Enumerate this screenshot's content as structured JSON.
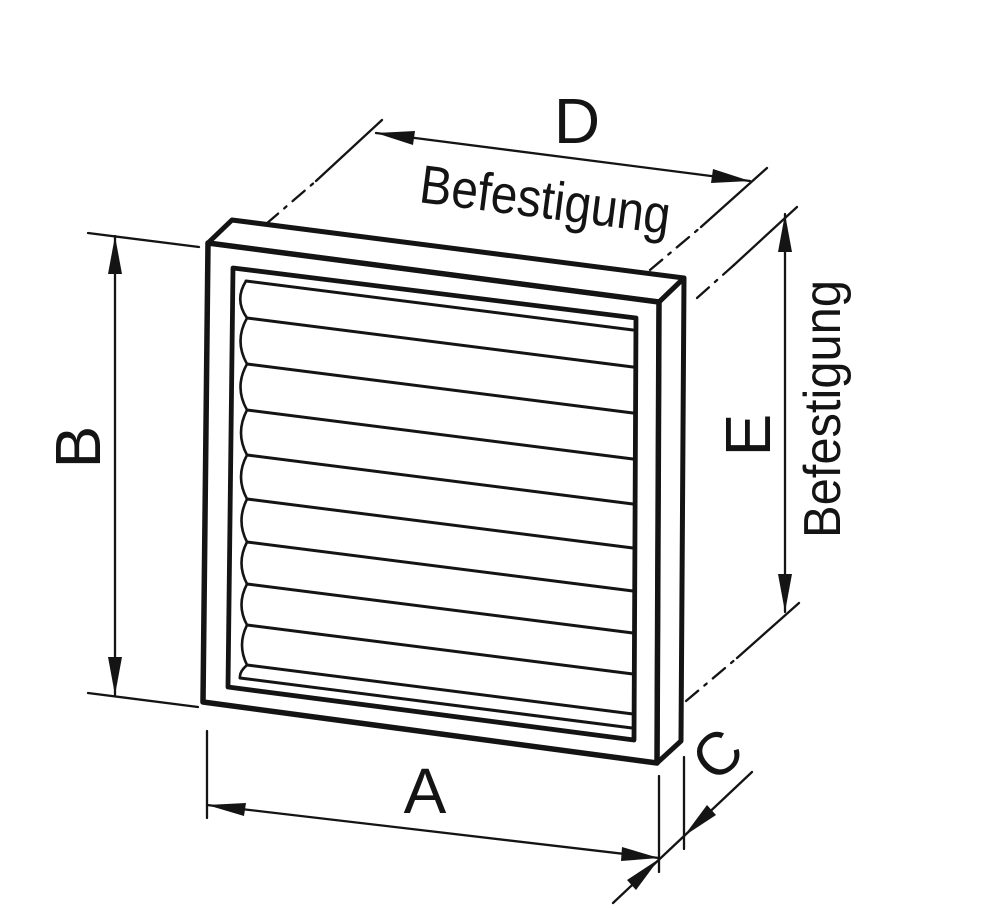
{
  "drawing": {
    "ink": "#141414",
    "background": "#ffffff",
    "labels": {
      "dim_a": "A",
      "dim_b": "B",
      "dim_c": "C",
      "dim_d": "D",
      "dim_e": "E",
      "mounting_top": "Befestigung",
      "mounting_right": "Befestigung"
    }
  }
}
